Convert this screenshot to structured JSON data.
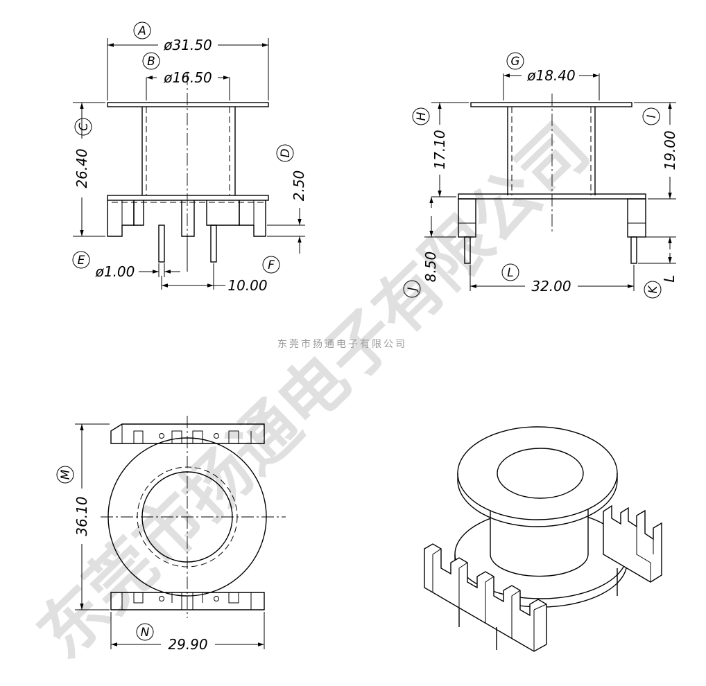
{
  "watermark": {
    "big_text": "东莞市扬通电子有限公司",
    "small_text": "东莞市扬通电子有限公司"
  },
  "front_view": {
    "A": {
      "label": "A",
      "value": "ø31.50"
    },
    "B": {
      "label": "B",
      "value": "ø16.50"
    },
    "C": {
      "label": "C",
      "value": "26.40"
    },
    "D": {
      "label": "D",
      "value": "2.50"
    },
    "E": {
      "label": "E",
      "value": "ø1.00"
    },
    "F": {
      "label": "F",
      "value": "10.00"
    }
  },
  "side_view": {
    "G": {
      "label": "G",
      "value": "ø18.40"
    },
    "H": {
      "label": "H",
      "value": "17.10"
    },
    "I": {
      "label": "I",
      "value": "19.00"
    },
    "J": {
      "label": "J",
      "value": "8.50"
    },
    "K": {
      "label": "K",
      "value": "L"
    },
    "L": {
      "label": "L",
      "value": "32.00"
    }
  },
  "top_view": {
    "M": {
      "label": "M",
      "value": "36.10"
    },
    "N": {
      "label": "N",
      "value": "29.90"
    }
  }
}
